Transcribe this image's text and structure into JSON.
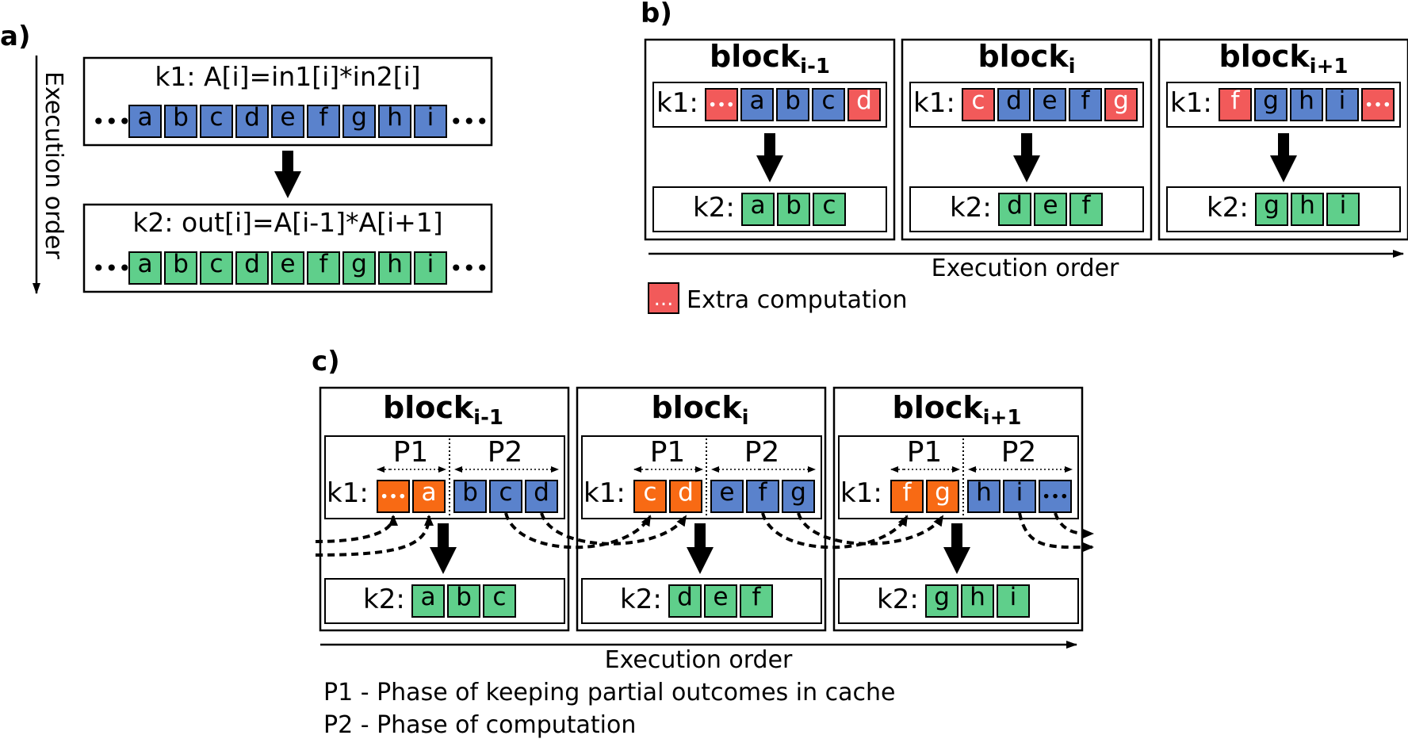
{
  "colors": {
    "blue": "#5a82cc",
    "green": "#5fcf8b",
    "red": "#f25a5a",
    "orange": "#f86a14",
    "stroke": "#000000"
  },
  "panel_a": {
    "label": "a)",
    "execution_order": "Execution order",
    "dots": "•••",
    "k1_title": "k1: A[i]=in1[i]*in2[i]",
    "k1_cells": [
      "a",
      "b",
      "c",
      "d",
      "e",
      "f",
      "g",
      "h",
      "i"
    ],
    "k2_title": "k2: out[i]=A[i-1]*A[i+1]",
    "k2_cells": [
      "a",
      "b",
      "c",
      "d",
      "e",
      "f",
      "g",
      "h",
      "i"
    ]
  },
  "panel_b": {
    "label": "b)",
    "block_word": "block",
    "k1_label": "k1:",
    "k2_label": "k2:",
    "blocks": [
      {
        "subscript": "i-1",
        "k1_cells": [
          {
            "text": "•••",
            "kind": "extra"
          },
          {
            "text": "a",
            "kind": "normal"
          },
          {
            "text": "b",
            "kind": "normal"
          },
          {
            "text": "c",
            "kind": "normal"
          },
          {
            "text": "d",
            "kind": "extra"
          }
        ],
        "k2_cells": [
          "a",
          "b",
          "c"
        ]
      },
      {
        "subscript": "i",
        "k1_cells": [
          {
            "text": "c",
            "kind": "extra"
          },
          {
            "text": "d",
            "kind": "normal"
          },
          {
            "text": "e",
            "kind": "normal"
          },
          {
            "text": "f",
            "kind": "normal"
          },
          {
            "text": "g",
            "kind": "extra"
          }
        ],
        "k2_cells": [
          "d",
          "e",
          "f"
        ]
      },
      {
        "subscript": "i+1",
        "k1_cells": [
          {
            "text": "f",
            "kind": "extra"
          },
          {
            "text": "g",
            "kind": "normal"
          },
          {
            "text": "h",
            "kind": "normal"
          },
          {
            "text": "i",
            "kind": "normal"
          },
          {
            "text": "•••",
            "kind": "extra"
          }
        ],
        "k2_cells": [
          "g",
          "h",
          "i"
        ]
      }
    ],
    "execution_order": "Execution order",
    "legend_symbol": "...",
    "legend_text": "Extra computation"
  },
  "panel_c": {
    "label": "c)",
    "block_word": "block",
    "p1": "P1",
    "p2": "P2",
    "k1_label": "k1:",
    "k2_label": "k2:",
    "blocks": [
      {
        "subscript": "i-1",
        "k1_cells": [
          {
            "text": "•••",
            "kind": "cached"
          },
          {
            "text": "a",
            "kind": "cached"
          },
          {
            "text": "b",
            "kind": "normal"
          },
          {
            "text": "c",
            "kind": "normal"
          },
          {
            "text": "d",
            "kind": "normal"
          }
        ],
        "k2_cells": [
          "a",
          "b",
          "c"
        ]
      },
      {
        "subscript": "i",
        "k1_cells": [
          {
            "text": "c",
            "kind": "cached"
          },
          {
            "text": "d",
            "kind": "cached"
          },
          {
            "text": "e",
            "kind": "normal"
          },
          {
            "text": "f",
            "kind": "normal"
          },
          {
            "text": "g",
            "kind": "normal"
          }
        ],
        "k2_cells": [
          "d",
          "e",
          "f"
        ]
      },
      {
        "subscript": "i+1",
        "k1_cells": [
          {
            "text": "f",
            "kind": "cached"
          },
          {
            "text": "g",
            "kind": "cached"
          },
          {
            "text": "h",
            "kind": "normal"
          },
          {
            "text": "i",
            "kind": "normal"
          },
          {
            "text": "•••",
            "kind": "normal"
          }
        ],
        "k2_cells": [
          "g",
          "h",
          "i"
        ]
      }
    ],
    "execution_order": "Execution order",
    "legend_p1": "P1 - Phase of keeping partial outcomes in cache",
    "legend_p2": "P2 - Phase of computation"
  }
}
